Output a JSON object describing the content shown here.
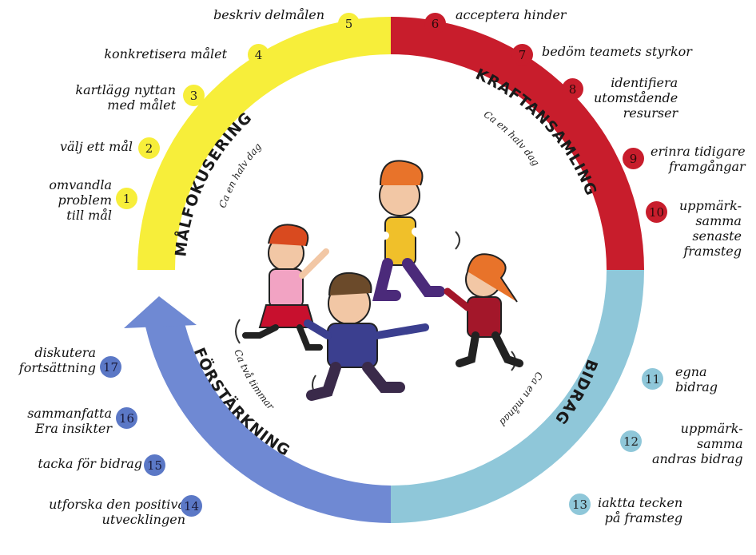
{
  "colors": {
    "yellow": "#f7ee3a",
    "red": "#c81d2c",
    "lightblue": "#8fc7d9",
    "blue": "#6f89d3"
  },
  "phases": {
    "malfokusering": {
      "label": "MÅLFOKUSERING",
      "duration": "Ca en halv dag"
    },
    "kraftansamling": {
      "label": "KRAFTANSAMLING",
      "duration": "Ca en halv dag"
    },
    "bidrag": {
      "label": "BIDRAG",
      "duration": "Ca en månad"
    },
    "forstarkning": {
      "label": "FÖRSTÄRKNING",
      "duration": "Ca två timmar"
    }
  },
  "steps": [
    {
      "num": "1",
      "text": "omvandla\nproblem\ntill mål",
      "phase": "yellow"
    },
    {
      "num": "2",
      "text": "välj ett mål",
      "phase": "yellow"
    },
    {
      "num": "3",
      "text": "kartlägg nyttan\nmed målet",
      "phase": "yellow"
    },
    {
      "num": "4",
      "text": "konkretisera målet",
      "phase": "yellow"
    },
    {
      "num": "5",
      "text": "beskriv delmålen",
      "phase": "yellow"
    },
    {
      "num": "6",
      "text": "acceptera hinder",
      "phase": "red"
    },
    {
      "num": "7",
      "text": "bedöm teamets styrkor",
      "phase": "red"
    },
    {
      "num": "8",
      "text": "identifiera\nutomstående\nresurser",
      "phase": "red"
    },
    {
      "num": "9",
      "text": "erinra tidigare\nframgångar",
      "phase": "red"
    },
    {
      "num": "10",
      "text": "uppmärk-\nsamma\nsenaste\nframsteg",
      "phase": "red"
    },
    {
      "num": "11",
      "text": "egna\nbidrag",
      "phase": "lightblue"
    },
    {
      "num": "12",
      "text": "uppmärk-\nsamma\nandras bidrag",
      "phase": "lightblue"
    },
    {
      "num": "13",
      "text": "iaktta tecken\npå framsteg",
      "phase": "lightblue"
    },
    {
      "num": "14",
      "text": "utforska den positiva\nutvecklingen",
      "phase": "blue"
    },
    {
      "num": "15",
      "text": "tacka för bidrag",
      "phase": "blue"
    },
    {
      "num": "16",
      "text": "sammanfatta\nEra insikter",
      "phase": "blue"
    },
    {
      "num": "17",
      "text": "diskutera\nfortsättning",
      "phase": "blue"
    }
  ],
  "illustration": {
    "subject": "four-people-dancing-in-circle"
  }
}
